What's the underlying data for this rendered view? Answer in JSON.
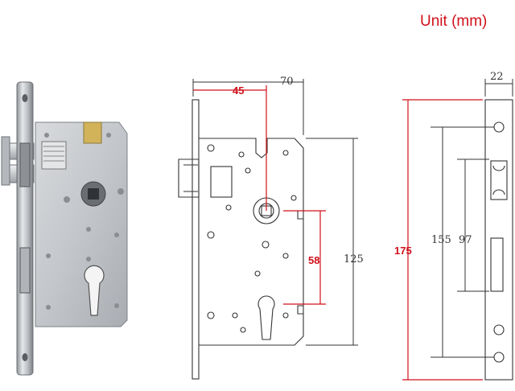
{
  "unit_label": "Unit (mm)",
  "dimensions": {
    "overall_width": "70",
    "backset": "45",
    "case_height": "125",
    "center_distance": "58",
    "faceplate_width": "22",
    "faceplate_length": "175",
    "screw_hole_spacing": "155",
    "bolt_window_height": "97"
  },
  "colors": {
    "highlight": "#d0101b",
    "line": "#333333",
    "metal": "#c9ccd0"
  }
}
